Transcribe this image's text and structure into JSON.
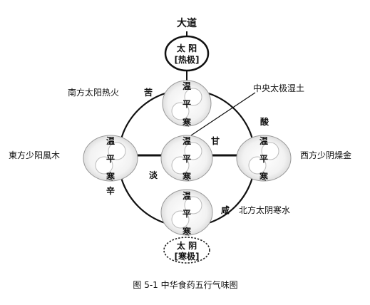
{
  "top": {
    "label": "大道",
    "pole_name": "太 阳",
    "pole_tag": "[热极]"
  },
  "bottom": {
    "pole_name": "太 阴",
    "pole_tag": "[寒极]"
  },
  "nodes": {
    "south": {
      "top": "温",
      "mid": "平",
      "bottom": "寒"
    },
    "center": {
      "top": "温",
      "mid": "平",
      "bottom": "寒"
    },
    "east": {
      "top": "温",
      "mid": "平",
      "bottom": "寒"
    },
    "west": {
      "top": "温",
      "mid": "平",
      "bottom": "寒"
    },
    "north": {
      "top": "温",
      "mid": "平",
      "bottom": "寒"
    }
  },
  "regions": {
    "south": "南方太阳热火",
    "center": "中央太极湿土",
    "east": "東方少阳風木",
    "west": "西方少阴燥金",
    "north": "北方太阴寒水"
  },
  "tastes": {
    "bitter": "苦",
    "sweet": "甘",
    "sour": "酸",
    "pungent": "辛",
    "bland": "淡",
    "salty": "咸"
  },
  "caption": "图 5-1  中华食药五行气味图"
}
